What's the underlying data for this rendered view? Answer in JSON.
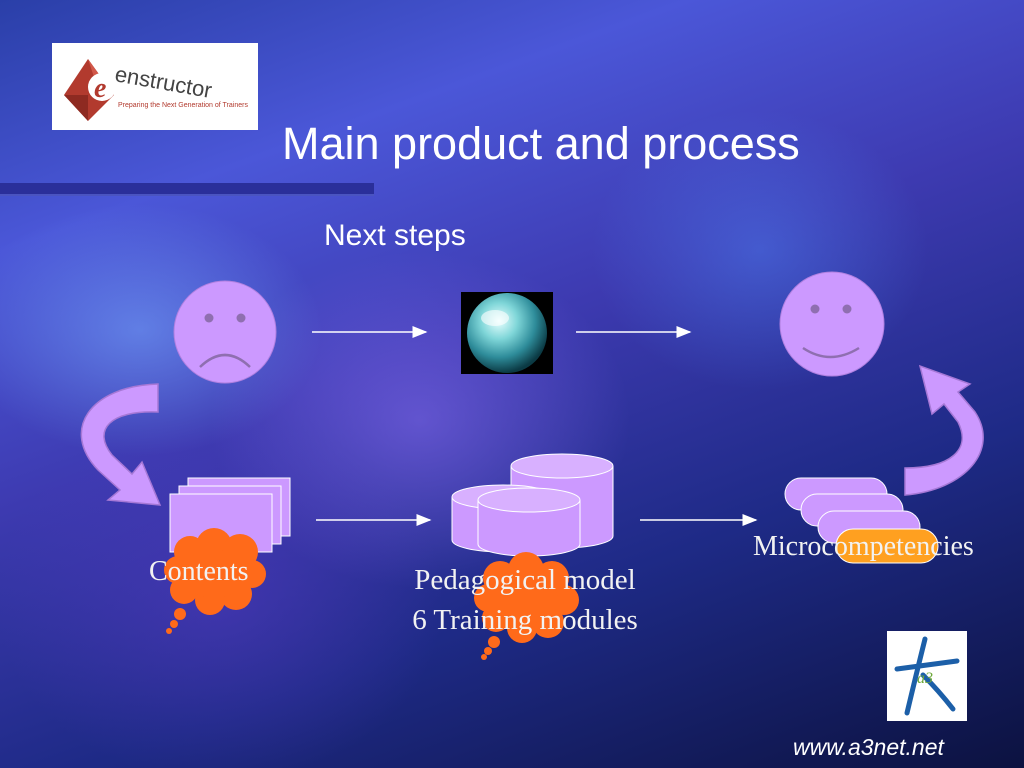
{
  "slide": {
    "title": "Main product and process",
    "subtitle": "Next steps",
    "url": "www.a3net.net"
  },
  "logo": {
    "text": "enstructor",
    "tagline": "Preparing the Next Generation of Trainers",
    "accent": "#c0392b"
  },
  "partner_logo": {
    "text": "a3",
    "accent": "#1c5fa8"
  },
  "diagram": {
    "labels": {
      "contents": "Contents",
      "pedagogical_model": "Pedagogical model",
      "training_modules": "6 Training modules",
      "microcompetencies": "Microcompetencies"
    },
    "icons": [
      "sad-face-icon",
      "crystal-ball-icon",
      "happy-face-icon",
      "documents-icon",
      "database-icon",
      "stacked-pills-icon",
      "thought-cloud-icon",
      "curved-arrow-icon"
    ],
    "colors": {
      "shape_fill": "#cc99ff",
      "cloud_fill": "#ff6a1a",
      "pill_highlight": "#ffa020",
      "arrow": "#ffffff"
    }
  }
}
